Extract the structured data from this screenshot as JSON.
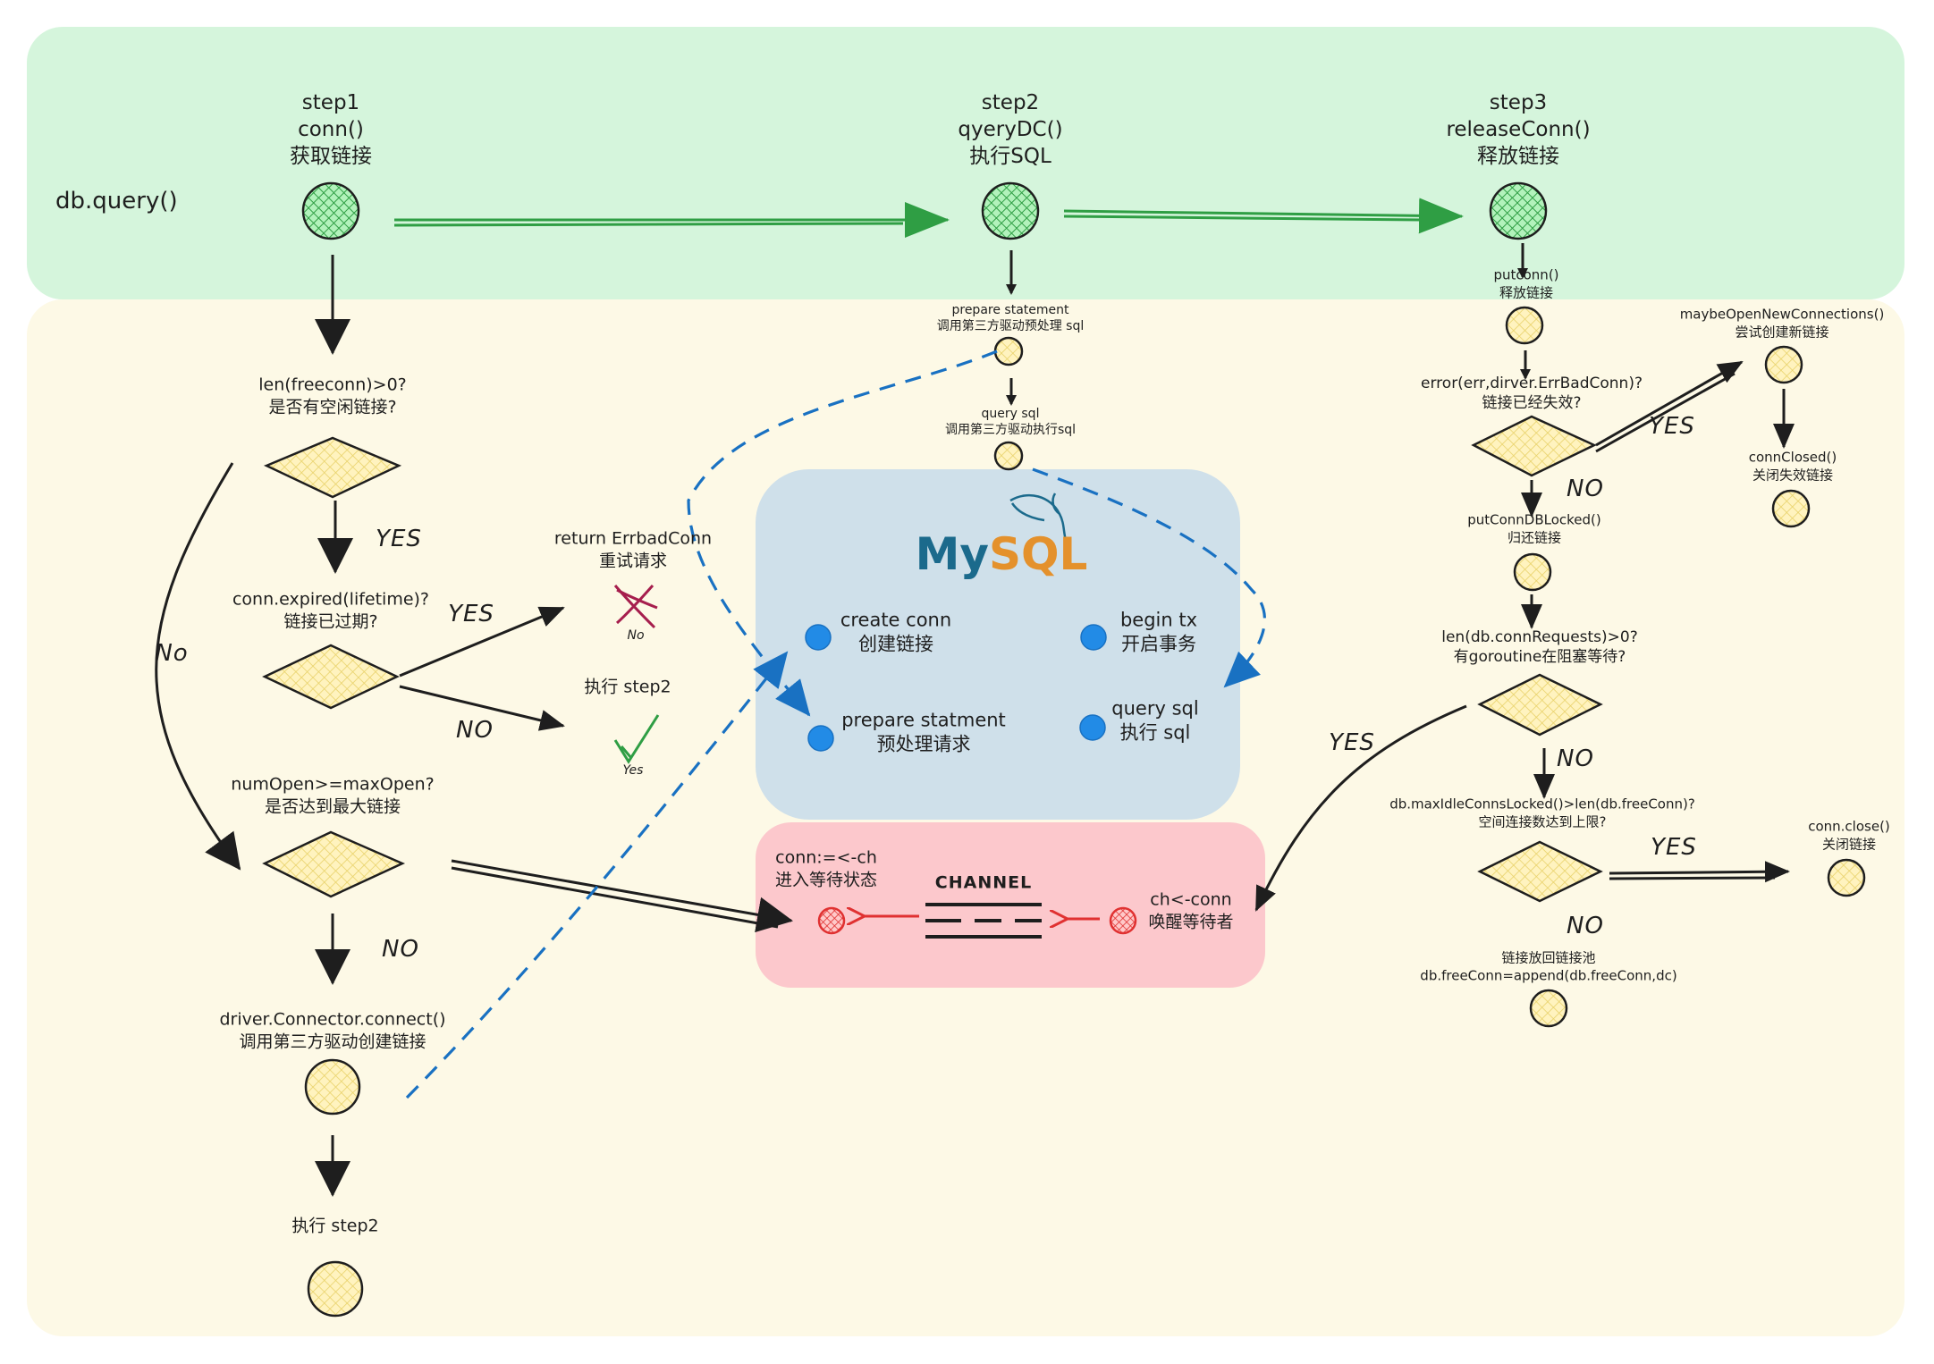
{
  "diagram": {
    "lane_label": "db.query()",
    "steps": [
      {
        "id": "step1",
        "title": "step1",
        "func": "conn()",
        "desc": "获取链接"
      },
      {
        "id": "step2",
        "title": "step2",
        "func": "qyeryDC()",
        "desc": "执行SQL"
      },
      {
        "id": "step3",
        "title": "step3",
        "func": "releaseConn()",
        "desc": "释放链接"
      }
    ],
    "flow1": {
      "q_free": {
        "line1": "len(freeconn)>0?",
        "line2": "是否有空闲链接?"
      },
      "q_expired": {
        "line1": "conn.expired(lifetime)?",
        "line2": "链接已过期?"
      },
      "ret_bad": {
        "line1": "return ErrbadConn",
        "line2": "重试请求"
      },
      "exec_step2_a": "执行 step2",
      "q_maxopen": {
        "line1": "numOpen>=maxOpen?",
        "line2": "是否达到最大链接"
      },
      "connect": {
        "line1": "driver.Connector.connect()",
        "line2": "调用第三方驱动创建链接"
      },
      "exec_step2_b": "执行 step2",
      "mark_no": "No",
      "mark_yes": "Yes"
    },
    "flow2": {
      "prepare": {
        "line1": "prepare statement",
        "line2": "调用第三方驱动预处理 sql"
      },
      "query": {
        "line1": "query sql",
        "line2": "调用第三方驱动执行sql"
      }
    },
    "mysql": {
      "logo_my": "My",
      "logo_sql": "SQL",
      "items": [
        {
          "line1": "create conn",
          "line2": "创建链接"
        },
        {
          "line1": "begin tx",
          "line2": "开启事务"
        },
        {
          "line1": "prepare statment",
          "line2": "预处理请求"
        },
        {
          "line1": "query sql",
          "line2": "执行 sql"
        }
      ]
    },
    "channel": {
      "title": "CHANNEL",
      "recv": {
        "line1": "conn:=<-ch",
        "line2": "进入等待状态"
      },
      "send": {
        "line1": "ch<-conn",
        "line2": "唤醒等待者"
      }
    },
    "flow3": {
      "putconn": {
        "line1": "putconn()",
        "line2": "释放链接"
      },
      "q_error": {
        "line1": "error(err,dirver.ErrBadConn)?",
        "line2": "链接已经失效?"
      },
      "maybe_open": {
        "line1": "maybeOpenNewConnections()",
        "line2": "尝试创建新链接"
      },
      "conn_closed": {
        "line1": "connClosed()",
        "line2": "关闭失效链接"
      },
      "put_locked": {
        "line1": "putConnDBLocked()",
        "line2": "归还链接"
      },
      "q_requests": {
        "line1": "len(db.connRequests)>0?",
        "line2": "有goroutine在阻塞等待?"
      },
      "q_idle": {
        "line1": "db.maxIdleConnsLocked()>len(db.freeConn)?",
        "line2": "空间连接数达到上限?"
      },
      "conn_close": {
        "line1": "conn.close()",
        "line2": "关闭链接"
      },
      "append": {
        "line1": "链接放回链接池",
        "line2": "db.freeConn=append(db.freeConn,dc)"
      }
    },
    "branch_labels": {
      "yes": "YES",
      "no": "NO",
      "no_lower": "No"
    },
    "colors": {
      "lane_top": "#d5f5dc",
      "lane_bottom": "#fdf9e6",
      "mysql_bg": "#cfe0ea",
      "channel_bg": "#fcc8cc",
      "green": "#2f9e44",
      "green_fill": "#b2f2bb",
      "yellow_fill": "#fff3bf",
      "blue": "#1971c2",
      "dot_blue": "#228be6",
      "red": "#e03131",
      "ink": "#1e1e1e"
    }
  }
}
